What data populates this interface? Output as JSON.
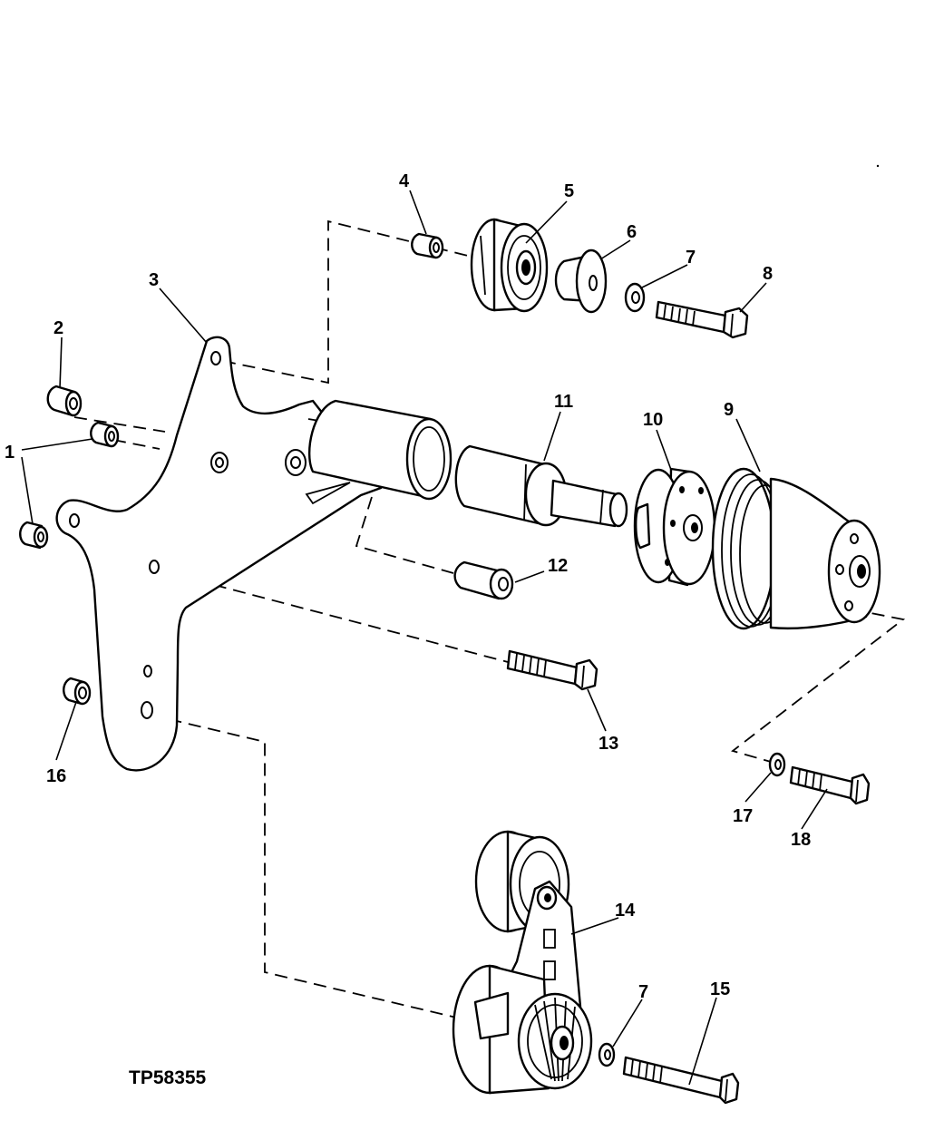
{
  "figure_id": "TP58355",
  "callouts": [
    {
      "id": "c1",
      "label": "1"
    },
    {
      "id": "c2",
      "label": "2"
    },
    {
      "id": "c3",
      "label": "3"
    },
    {
      "id": "c4",
      "label": "4"
    },
    {
      "id": "c5",
      "label": "5"
    },
    {
      "id": "c6",
      "label": "6"
    },
    {
      "id": "c7a",
      "label": "7"
    },
    {
      "id": "c8",
      "label": "8"
    },
    {
      "id": "c9",
      "label": "9"
    },
    {
      "id": "c10",
      "label": "10"
    },
    {
      "id": "c11",
      "label": "11"
    },
    {
      "id": "c12",
      "label": "12"
    },
    {
      "id": "c13",
      "label": "13"
    },
    {
      "id": "c14",
      "label": "14"
    },
    {
      "id": "c7b",
      "label": "7"
    },
    {
      "id": "c15",
      "label": "15"
    },
    {
      "id": "c16",
      "label": "16"
    },
    {
      "id": "c17",
      "label": "17"
    },
    {
      "id": "c18",
      "label": "18"
    }
  ]
}
